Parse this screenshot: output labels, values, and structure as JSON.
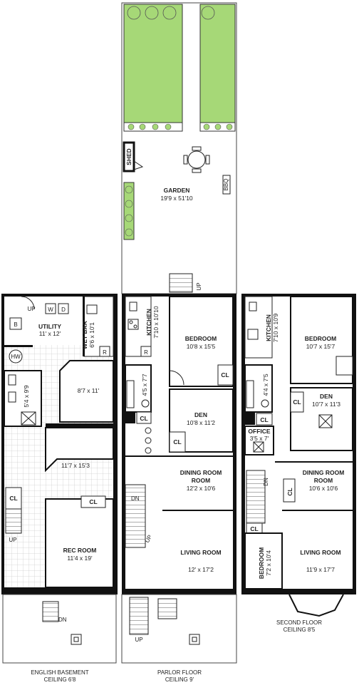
{
  "garden": {
    "name": "GARDEN",
    "size": "19'9 x 51'10",
    "shed": "SHED",
    "bbq": "BBQ",
    "up": "UP"
  },
  "basement": {
    "title": "ENGLISH BASEMENT",
    "ceiling": "CEILING 6'8",
    "utility": {
      "name": "UTILITY",
      "size": "11' x 12'"
    },
    "wet_bar": {
      "name": "WET BAR",
      "size": "6'6 x 10'1"
    },
    "room_a": {
      "size": "8'7 x 11'"
    },
    "bath": {
      "size": "5'4 x 9'9"
    },
    "room_b": {
      "size": "11'7 x 15'3"
    },
    "rec_room": {
      "name": "REC ROOM",
      "size": "11'4 x 19'"
    },
    "symbols": {
      "b": "B",
      "w": "W",
      "d": "D",
      "hw": "HW",
      "r": "R",
      "up": "UP",
      "dn": "DN",
      "cl": "CL"
    }
  },
  "parlor": {
    "title": "PARLOR FLOOR",
    "ceiling": "CEILING 9'",
    "kitchen": {
      "name": "KITCHEN",
      "size": "7'10 x 10'10"
    },
    "bedroom": {
      "name": "BEDROOM",
      "size": "10'8 x 15'5"
    },
    "bath": {
      "size": "4'5 x 7'7"
    },
    "den": {
      "name": "DEN",
      "size": "10'8 x 11'2"
    },
    "dining": {
      "name": "DINING ROOM",
      "size": "12'2 x 10'6"
    },
    "living": {
      "name": "LIVING ROOM",
      "size": "12' x 17'2"
    },
    "symbols": {
      "r": "R",
      "cl": "CL",
      "dn": "DN",
      "up": "UP"
    }
  },
  "second": {
    "title": "SECOND FLOOR",
    "ceiling": "CEILING 8'5",
    "kitchen": {
      "name": "KITCHEN",
      "size": "7'10 x 10'9"
    },
    "bedroom1": {
      "name": "BEDROOM",
      "size": "10'7 x 15'7"
    },
    "bath": {
      "size": "4'4 x 7'5"
    },
    "den": {
      "name": "DEN",
      "size": "10'7 x 11'3"
    },
    "office": {
      "name": "OFFICE",
      "size": "3'5 x 7'"
    },
    "dining": {
      "name": "DINING ROOM",
      "size": "10'6 x 10'6"
    },
    "living": {
      "name": "LIVING ROOM",
      "size": "11'9 x 17'7"
    },
    "bedroom2": {
      "name": "BEDROOM",
      "size": "7'2 x 10'4"
    },
    "symbols": {
      "cl": "CL",
      "dn": "DN"
    }
  },
  "colors": {
    "grass": "#a6d877",
    "wall": "#111111",
    "tile": "#cfcfcf"
  }
}
